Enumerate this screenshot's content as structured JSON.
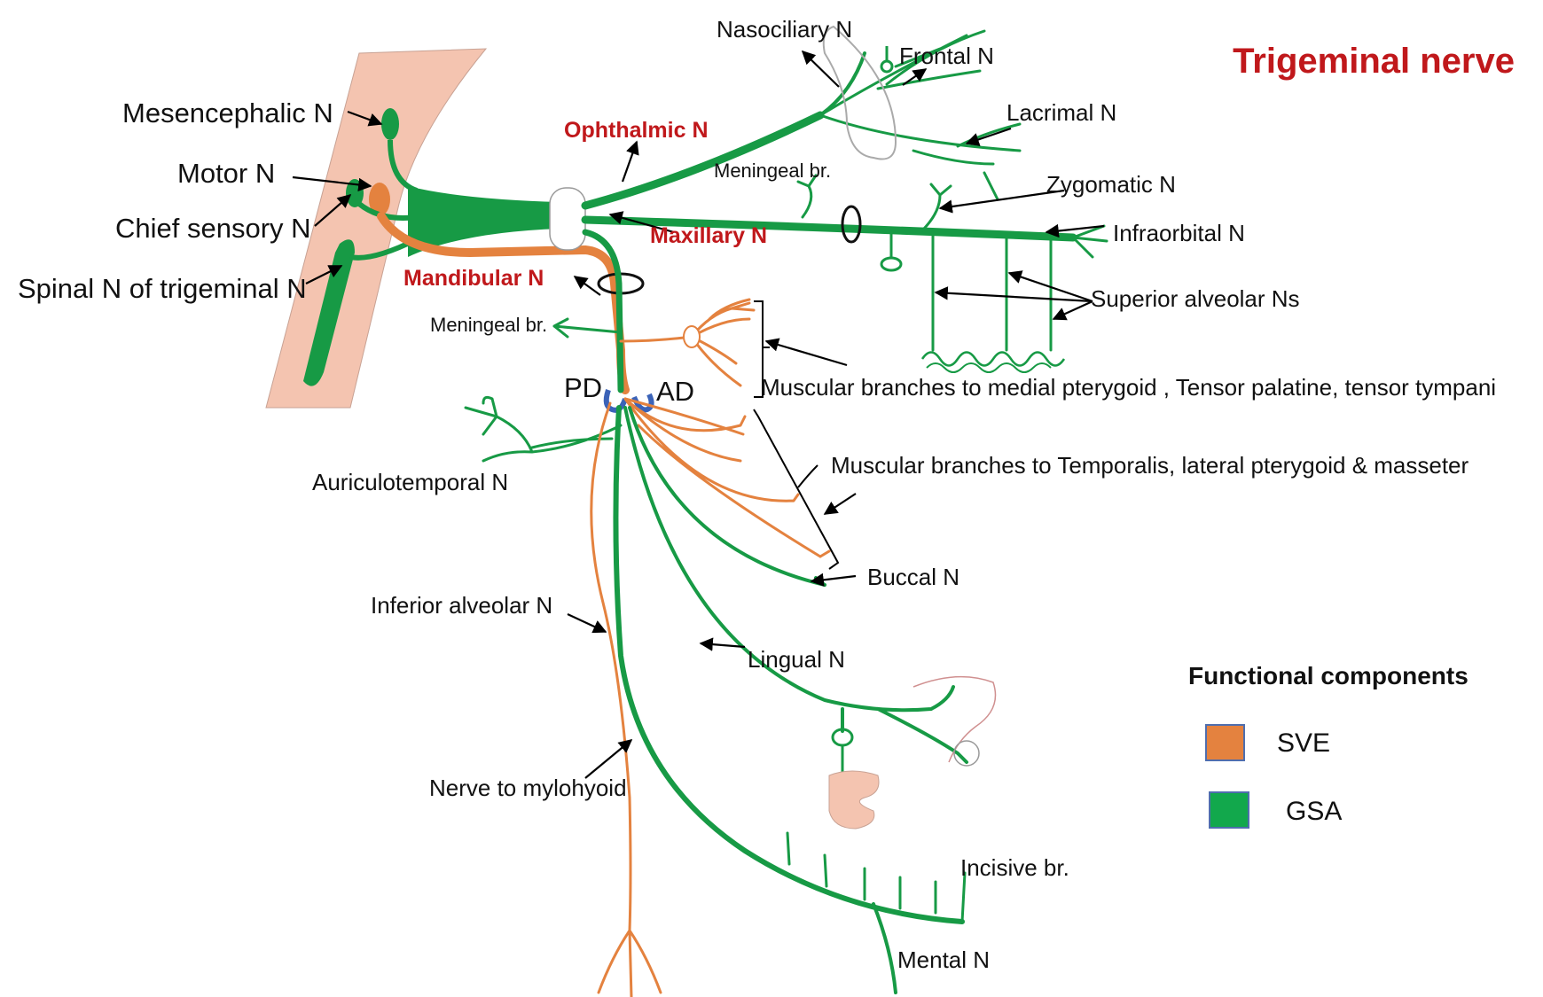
{
  "title": "Trigeminal nerve",
  "colors": {
    "gsa": "#179a45",
    "sve": "#e4823f",
    "label_red": "#c0181b",
    "brainstem": "#f4c4b0",
    "legend_sve": "#e4823f",
    "legend_gsa": "#12a84c"
  },
  "nuclei": {
    "mesencephalic": "Mesencephalic  N",
    "motor": "Motor  N",
    "chief_sensory": "Chief sensory  N",
    "spinal": "Spinal  N of trigeminal N"
  },
  "divisions": {
    "ophthalmic": "Ophthalmic  N",
    "maxillary": "Maxillary  N",
    "mandibular": "Mandibular N"
  },
  "ophthalmic_branches": {
    "nasociliary": "Nasociliary  N",
    "frontal": "Frontal  N",
    "lacrimal": "Lacrimal  N",
    "meningeal": "Meningeal br."
  },
  "maxillary_branches": {
    "zygomatic": "Zygomatic  N",
    "infraorbital": "Infraorbital  N",
    "superior_alveolar": "Superior alveolar Ns"
  },
  "mandibular_branches": {
    "meningeal": "Meningeal br.",
    "pd": "PD",
    "ad": "AD",
    "muscular_medial": "Muscular branches to medial  pterygoid , Tensor palatine, tensor tympani",
    "muscular_temporalis": "Muscular branches to Temporalis, lateral pterygoid & masseter",
    "auriculotemporal": "Auriculotemporal N",
    "buccal": "Buccal N",
    "inferior_alveolar": "Inferior alveolar N",
    "lingual": "Lingual N",
    "mylohyoid": "Nerve to mylohyoid",
    "incisive": "Incisive br.",
    "mental": "Mental N"
  },
  "legend": {
    "title": "Functional components",
    "items": [
      {
        "label": "SVE",
        "color": "#e4823f"
      },
      {
        "label": "GSA",
        "color": "#12a84c"
      }
    ]
  }
}
